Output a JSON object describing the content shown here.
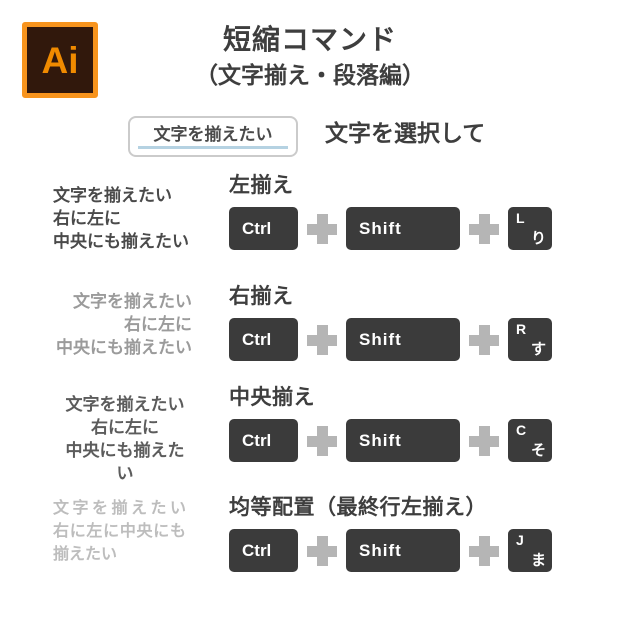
{
  "colors": {
    "logo_border": "#F7941E",
    "logo_bg": "#31180C",
    "logo_fg": "#F08A00",
    "underline": "#B5D2E2",
    "key_bg": "#3B3B3B",
    "plus": "#B5B5B5"
  },
  "header": {
    "logo_text": "Ai",
    "title": "短縮コマンド",
    "subtitle": "（文字揃え・段落編）"
  },
  "intro": {
    "box_text": "文字を揃えたい",
    "instruction": "文字を選択して"
  },
  "sections": [
    {
      "heading": "左揃え",
      "alignment": "left",
      "sample_color": "#4A4A4A",
      "sample_lines": [
        "文字を揃えたい",
        "右に左に",
        "中央にも揃えたい"
      ],
      "keys": {
        "modifier1": "Ctrl",
        "modifier2": "Shift",
        "letter": "L",
        "kana": "り"
      }
    },
    {
      "heading": "右揃え",
      "alignment": "right",
      "sample_color": "#9B9B9B",
      "sample_lines": [
        "文字を揃えたい",
        "右に左に",
        "中央にも揃えたい"
      ],
      "keys": {
        "modifier1": "Ctrl",
        "modifier2": "Shift",
        "letter": "R",
        "kana": "す"
      }
    },
    {
      "heading": "中央揃え",
      "alignment": "center",
      "sample_color": "#5C5C5C",
      "sample_lines": [
        "文字を揃えたい",
        "右に左に",
        "中央にも揃えたい"
      ],
      "keys": {
        "modifier1": "Ctrl",
        "modifier2": "Shift",
        "letter": "C",
        "kana": "そ"
      }
    },
    {
      "heading": "均等配置（最終行左揃え）",
      "alignment": "justify-last-left",
      "sample_color": "#BDBDBD",
      "sample_lines": [
        "文字を揃えたい",
        "右に左に中央にも",
        "揃えたい"
      ],
      "keys": {
        "modifier1": "Ctrl",
        "modifier2": "Shift",
        "letter": "J",
        "kana": "ま"
      }
    }
  ]
}
